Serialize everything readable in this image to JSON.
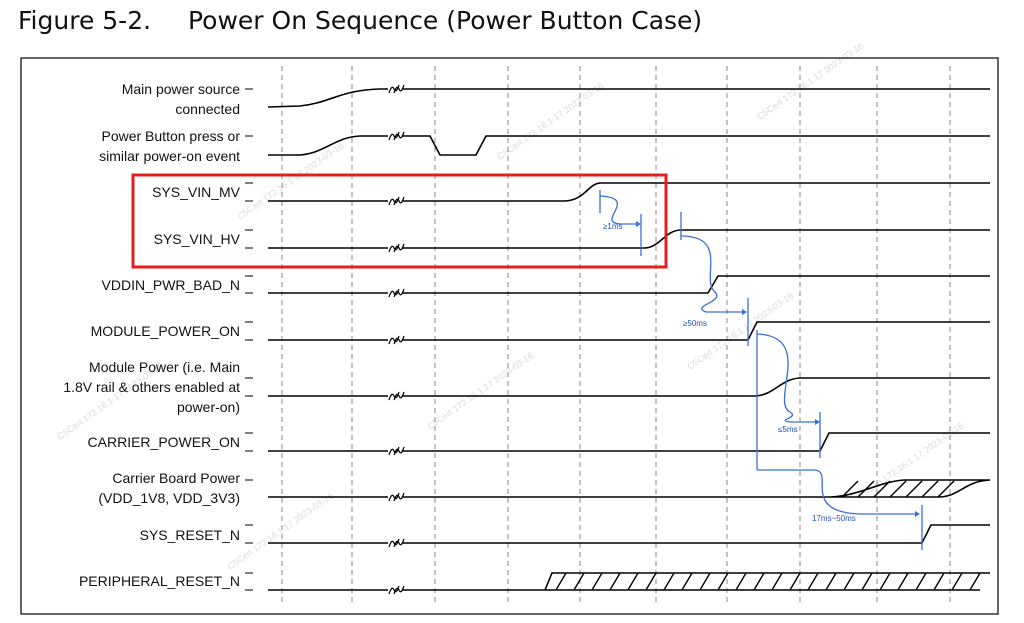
{
  "figure": {
    "number": "Figure 5-2.",
    "title": "Power On Sequence (Power Button Case)"
  },
  "signals": [
    {
      "id": "main-power",
      "lines": [
        "Main power source",
        "connected"
      ]
    },
    {
      "id": "power-button",
      "lines": [
        "Power Button press or",
        "similar power-on event"
      ]
    },
    {
      "id": "sys-vin-mv",
      "lines": [
        "SYS_VIN_MV"
      ]
    },
    {
      "id": "sys-vin-hv",
      "lines": [
        "SYS_VIN_HV"
      ]
    },
    {
      "id": "vddin-pwr-bad",
      "lines": [
        "VDDIN_PWR_BAD_N"
      ]
    },
    {
      "id": "module-power-on",
      "lines": [
        "MODULE_POWER_ON"
      ]
    },
    {
      "id": "module-power",
      "lines": [
        "Module Power (i.e. Main",
        "1.8V rail & others enabled at",
        "power-on)"
      ]
    },
    {
      "id": "carrier-power-on",
      "lines": [
        "CARRIER_POWER_ON"
      ]
    },
    {
      "id": "carrier-board-power",
      "lines": [
        "Carrier Board Power",
        "(VDD_1V8, VDD_3V3)"
      ]
    },
    {
      "id": "sys-reset",
      "lines": [
        "SYS_RESET_N"
      ]
    },
    {
      "id": "peripheral-reset",
      "lines": [
        "PERIPHERAL_RESET_N"
      ]
    }
  ],
  "timing_annotations": [
    {
      "id": "t1",
      "text": "≥1ms"
    },
    {
      "id": "t2",
      "text": "≥50ms"
    },
    {
      "id": "t3",
      "text": "≤5ms"
    },
    {
      "id": "t4",
      "text": "17ms~50ms"
    }
  ],
  "watermark": {
    "text": "C5Cert 172.16.1.17 2023-03-16"
  },
  "colors": {
    "highlight": "#e02020",
    "annotation": "#3a6fd8",
    "trace": "#000000"
  }
}
